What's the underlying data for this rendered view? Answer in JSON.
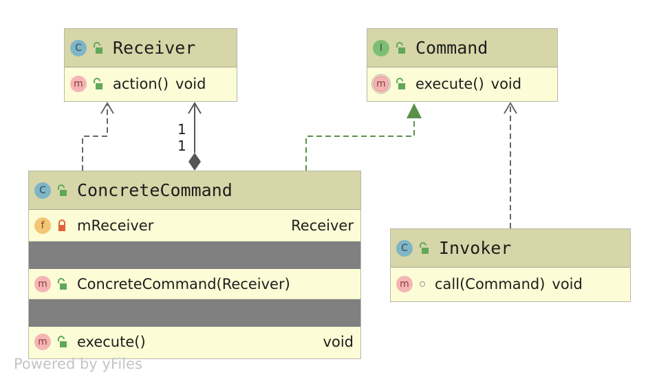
{
  "classes": {
    "receiver": {
      "kind_badge": "C",
      "name": "Receiver",
      "methods": [
        {
          "badge": "m",
          "signature": "action()",
          "type": "void"
        }
      ]
    },
    "command": {
      "kind_badge": "I",
      "name": "Command",
      "methods": [
        {
          "badge": "m",
          "signature": "execute()",
          "type": "void"
        }
      ]
    },
    "concrete_command": {
      "kind_badge": "C",
      "name": "ConcreteCommand",
      "fields": [
        {
          "badge": "f",
          "name": "mReceiver",
          "type": "Receiver"
        }
      ],
      "constructors": [
        {
          "badge": "m",
          "signature": "ConcreteCommand(Receiver)"
        }
      ],
      "methods": [
        {
          "badge": "m",
          "signature": "execute()",
          "type": "void"
        }
      ]
    },
    "invoker": {
      "kind_badge": "C",
      "name": "Invoker",
      "methods": [
        {
          "badge": "m",
          "signature": "call(Command)",
          "type": "void"
        }
      ]
    }
  },
  "relationships": [
    {
      "from": "ConcreteCommand",
      "to": "Receiver",
      "kind": "dependency"
    },
    {
      "from": "ConcreteCommand",
      "to": "Receiver",
      "kind": "composition",
      "multiplicity_source": "1",
      "multiplicity_target": "1"
    },
    {
      "from": "ConcreteCommand",
      "to": "Command",
      "kind": "realization"
    },
    {
      "from": "Invoker",
      "to": "Command",
      "kind": "dependency"
    }
  ],
  "watermark": "Powered by yFiles",
  "colors": {
    "header_bg": "#d6d6a8",
    "body_bg": "#fcfcd6",
    "separator": "#808080",
    "realization_edge": "#5a8f4a",
    "dependency_edge": "#666666"
  },
  "icons": {
    "class_badge": "class-c-icon",
    "interface_badge": "interface-i-icon",
    "method_badge": "method-m-icon",
    "field_badge": "field-f-icon",
    "public": "unlocked-padlock-icon",
    "private": "locked-padlock-icon",
    "package": "package-dot-icon"
  }
}
